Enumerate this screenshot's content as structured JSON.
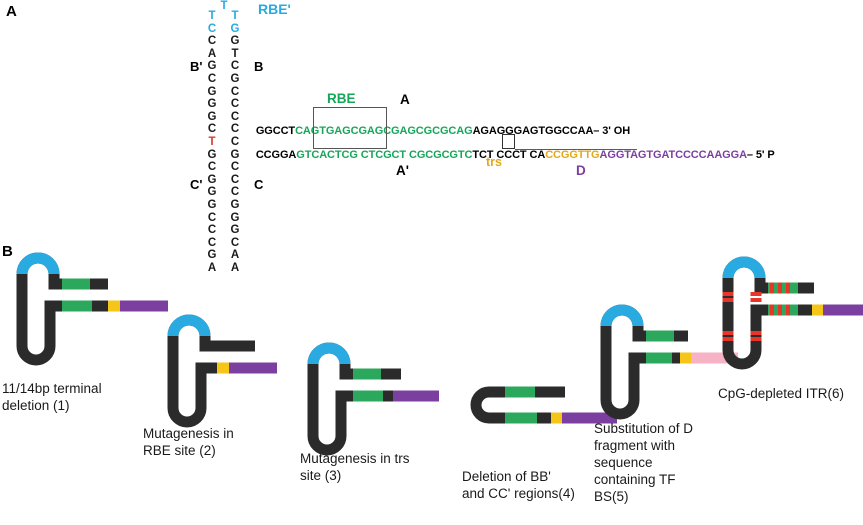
{
  "figure": {
    "panel_a_letter": "A",
    "panel_b_letter": "B"
  },
  "panel_a": {
    "hairpin": {
      "tip_nucleotide": "T",
      "left_column": [
        "T",
        "C",
        "C",
        "A",
        "G",
        "C",
        "G",
        "G",
        "G",
        "C",
        "T",
        "G",
        "C",
        "G",
        "G",
        "G",
        "C",
        "C",
        "C",
        "G",
        "A"
      ],
      "right_column": [
        "T",
        "G",
        "G",
        "T",
        "C",
        "G",
        "C",
        "C",
        "C",
        "C",
        "C",
        "G",
        "C",
        "C",
        "C",
        "G",
        "G",
        "G",
        "C",
        "A",
        "A"
      ],
      "left_cyan_count": 2,
      "right_cyan_count": 2,
      "left_red_index": 10,
      "labels": {
        "b_prime": "B'",
        "b": "B",
        "c_prime": "C'",
        "c": "C",
        "rbe_prime": "RBE'"
      }
    },
    "duplex": {
      "top_strand": {
        "pre": "GGCCT",
        "rbe_lead": "CAGTGA",
        "rbe_box": "GCGAGCGAGC",
        "rbe_tail": "GCGCAG",
        "post": "AGAGGGAGTGGCCAA",
        "terminus": "– 3' OH"
      },
      "bottom_strand": {
        "pre": "CCGGA",
        "rbe_lead": "GTCACT",
        "rbe_box": "CG CTCGCT C",
        "rbe_tail": "GCGCGTC",
        "mid": "TCT CCCT CA",
        "trs_lead": "CCGG",
        "trs_box": "TT",
        "trs_tail": "G",
        "d_region": "AGGTAGTGATCCCCAAGGA",
        "terminus": "– 5' P"
      }
    },
    "annotations": {
      "rbe": "RBE",
      "a": "A",
      "a_prime": "A'",
      "trs": "trs",
      "d": "D"
    }
  },
  "panel_b": {
    "colors": {
      "backbone": "#2b2b2b",
      "loop_tip": "#29ABE2",
      "rbe_green": "#2CA85C",
      "trs_yellow": "#F5C518",
      "d_purple": "#7B3FA0",
      "tfbs_pink": "#F7B2C6",
      "cpg_red": "#E8352A"
    },
    "variants": [
      {
        "id": 1,
        "caption": "11/14bp terminal\ndeletion (1)",
        "caption_lines": [
          "11/14bp terminal",
          "deletion (1)"
        ]
      },
      {
        "id": 2,
        "caption": "Mutagenesis in\nRBE site (2)",
        "caption_lines": [
          "Mutagenesis in",
          "RBE site (2)"
        ]
      },
      {
        "id": 3,
        "caption": "Mutagenesis in trs\nsite (3)",
        "caption_lines": [
          "Mutagenesis in trs",
          "site (3)"
        ]
      },
      {
        "id": 4,
        "caption": "Deletion of BB'\nand CC' regions(4)",
        "caption_lines": [
          "Deletion of BB'",
          "and CC' regions(4)"
        ]
      },
      {
        "id": 5,
        "caption": "Substitution of D\nfragment with\nsequence\ncontaining TF\nBS(5)",
        "caption_lines": [
          "Substitution of D",
          "fragment with",
          "sequence",
          "containing TF",
          "BS(5)"
        ]
      },
      {
        "id": 6,
        "caption": "CpG-depleted  ITR(6)",
        "caption_lines": [
          "CpG-depleted  ITR(6)"
        ]
      }
    ]
  }
}
